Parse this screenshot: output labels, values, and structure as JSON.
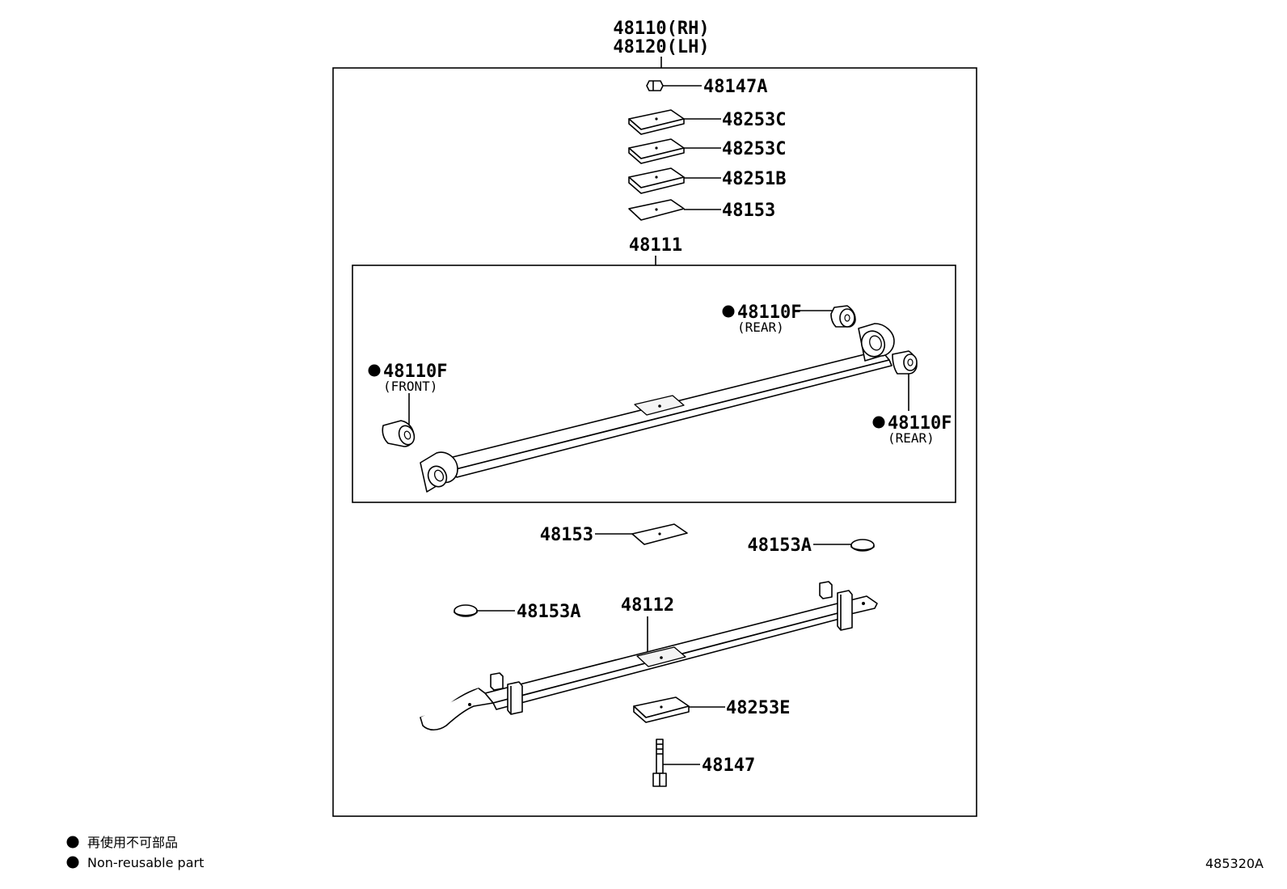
{
  "assembly": {
    "rh": "48110(RH)",
    "lh": "48120(LH)"
  },
  "top_parts": {
    "nut": "48147A",
    "plate1": "48253C",
    "plate2": "48253C",
    "plate3": "48251B",
    "plate4": "48153"
  },
  "leaf_no1": {
    "number": "48111",
    "bushing_rear_upper": {
      "number": "48110F",
      "note": "(REAR)"
    },
    "bushing_front": {
      "number": "48110F",
      "note": "(FRONT)"
    },
    "bushing_rear_lower": {
      "number": "48110F",
      "note": "(REAR)"
    }
  },
  "lower_parts": {
    "insert_center": "48153",
    "insert_right": "48153A",
    "insert_left": "48153A",
    "leaf_no2": "48112",
    "plate_bottom": "48253E",
    "bolt": "48147"
  },
  "legend": {
    "japanese": "再使用不可部品",
    "english": "Non-reusable part"
  },
  "diagram_code": "485320A"
}
